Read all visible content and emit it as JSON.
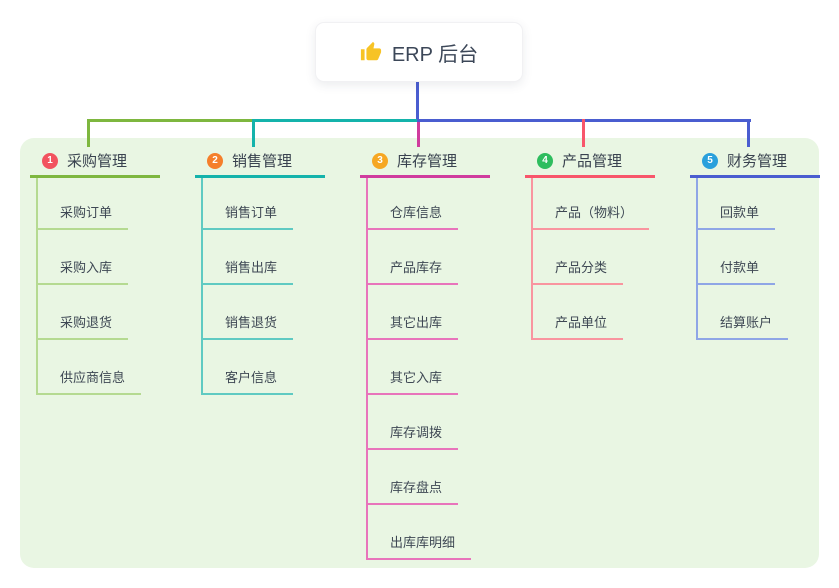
{
  "root": {
    "title": "ERP 后台",
    "icon": "thumbs-up-icon",
    "icon_color": "#f7c325"
  },
  "canvas": {
    "panel_background": "#e9f6e3",
    "page_background": "#ffffff"
  },
  "branches": [
    {
      "badge": "1",
      "title": "采购管理",
      "badge_color": "#f2535f",
      "color": "#7eb73f",
      "child_color": "#b5da91",
      "children": [
        "采购订单",
        "采购入库",
        "采购退货",
        "供应商信息"
      ]
    },
    {
      "badge": "2",
      "title": "销售管理",
      "badge_color": "#f57f2b",
      "color": "#14b3ab",
      "child_color": "#5fcac2",
      "children": [
        "销售订单",
        "销售出库",
        "销售退货",
        "客户信息"
      ]
    },
    {
      "badge": "3",
      "title": "库存管理",
      "badge_color": "#f6a723",
      "color": "#d03c9e",
      "child_color": "#e874bb",
      "children": [
        "仓库信息",
        "产品库存",
        "其它出库",
        "其它入库",
        "库存调拨",
        "库存盘点",
        "出库库明细"
      ]
    },
    {
      "badge": "4",
      "title": "产品管理",
      "badge_color": "#2ebd5e",
      "color": "#f8566b",
      "child_color": "#f9959f",
      "children": [
        "产品（物料）",
        "产品分类",
        "产品单位"
      ]
    },
    {
      "badge": "5",
      "title": "财务管理",
      "badge_color": "#2aa0dc",
      "color": "#4a5dd0",
      "child_color": "#8fa6e6",
      "children": [
        "回款单",
        "付款单",
        "结算账户"
      ]
    }
  ]
}
